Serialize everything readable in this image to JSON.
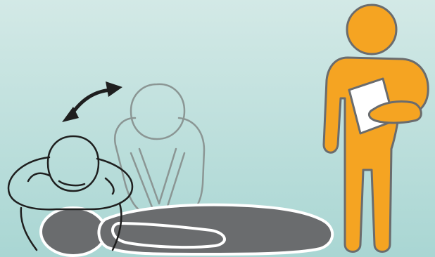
{
  "illustration": {
    "subject": "cpr-rescue-scene",
    "figures": [
      "rescuer-resting-crouched",
      "rescuer-doing-compressions",
      "patient-lying-down",
      "standing-observer-with-paper"
    ],
    "icons": {
      "swap_arrow": "swap-arrow-icon",
      "paper": "paper-icon"
    }
  },
  "colors": {
    "background_top": "#d3e9e6",
    "background_bottom": "#a9d6d3",
    "outline_dark": "#1f1f1f",
    "outline_grey": "#8b9694",
    "patient_fill": "#6a6c6e",
    "observer_fill": "#f5a422",
    "observer_stroke": "#6a6c6e",
    "paper_fill": "#ffffff"
  }
}
